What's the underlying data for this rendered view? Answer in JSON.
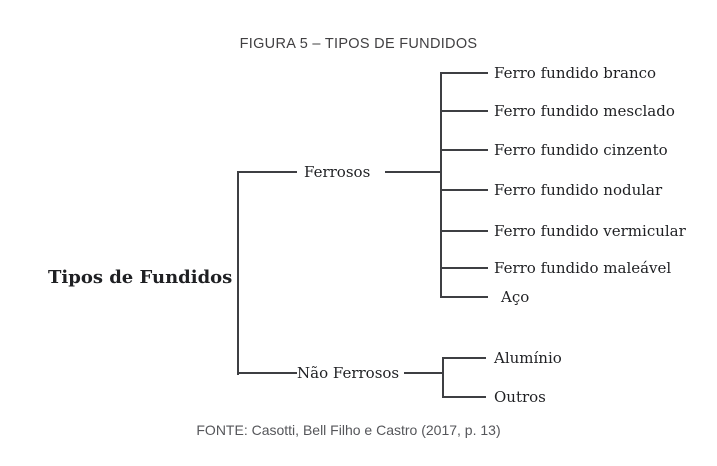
{
  "page": {
    "title": "FIGURA 5 – TIPOS DE FUNDIDOS",
    "source": "FONTE: Casotti, Bell Filho e Castro (2017, p. 13)"
  },
  "tree": {
    "root": "Tipos de Fundidos",
    "branches": [
      {
        "label": "Ferrosos",
        "children": [
          "Ferro fundido branco",
          "Ferro fundido mesclado",
          "Ferro fundido cinzento",
          "Ferro fundido nodular",
          "Ferro fundido vermicular",
          "Ferro fundido maleável",
          "Aço"
        ]
      },
      {
        "label": "Não Ferrosos",
        "children": [
          "Alumínio",
          "Outros"
        ]
      }
    ]
  },
  "colors": {
    "line": "#3e3f43",
    "text": "#1f2023",
    "title": "#414042",
    "source": "#55565a"
  }
}
